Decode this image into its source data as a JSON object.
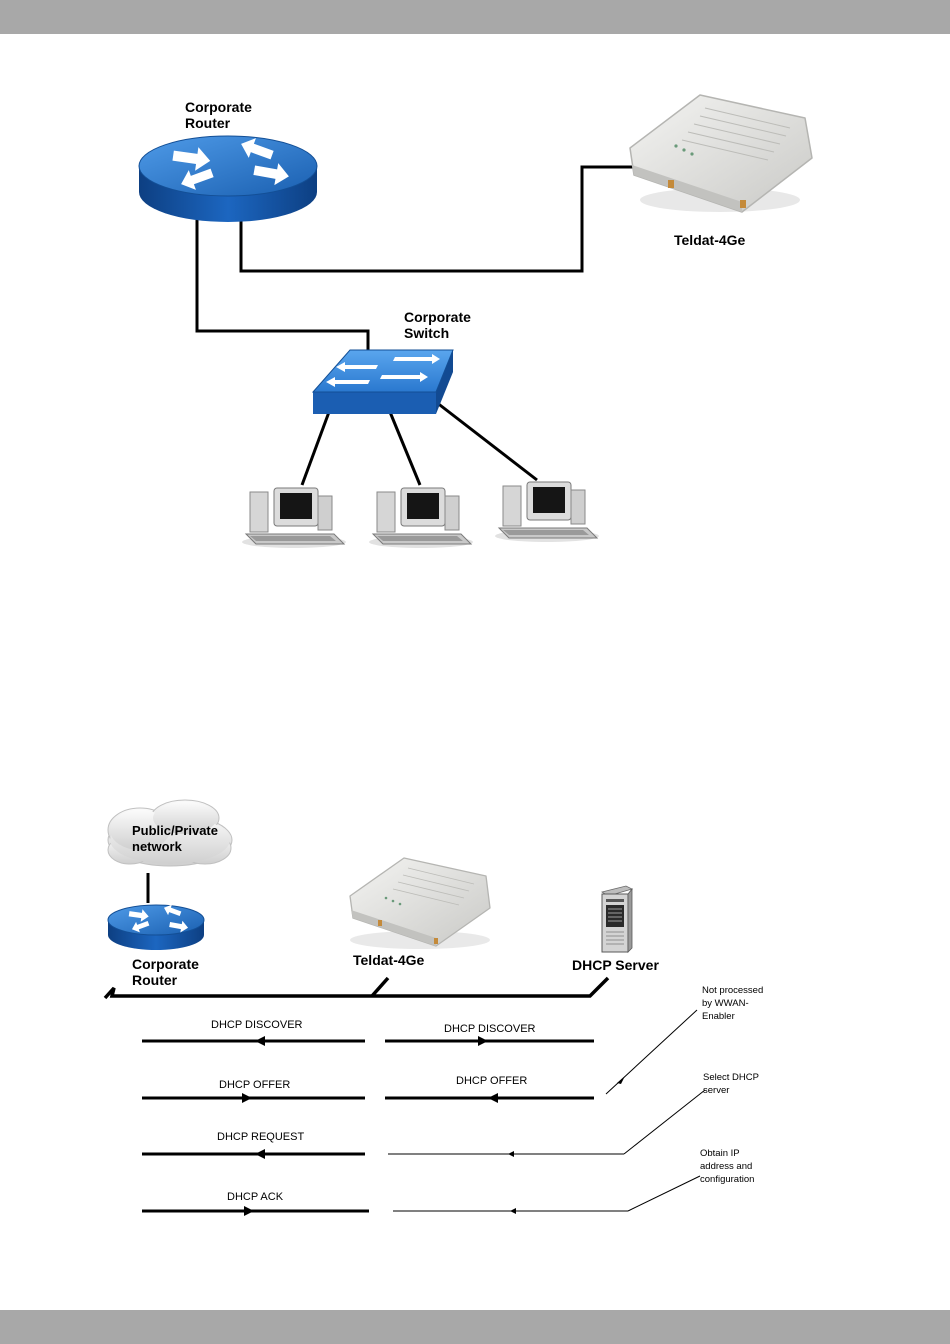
{
  "diagram1": {
    "router_label": [
      "Corporate",
      "Router"
    ],
    "switch_label": [
      "Corporate",
      "Switch"
    ],
    "teldat_label": "Teldat-4Ge"
  },
  "diagram2": {
    "cloud_label": [
      "Public/Private",
      "network"
    ],
    "router_label": [
      "Corporate",
      "Router"
    ],
    "teldat_label": "Teldat-4Ge",
    "server_label": "DHCP Server",
    "messages": {
      "discover_left": "DHCP DISCOVER",
      "discover_right": "DHCP DISCOVER",
      "offer_left": "DHCP OFFER",
      "offer_right": "DHCP OFFER",
      "request": "DHCP REQUEST",
      "ack": "DHCP ACK"
    },
    "notes": {
      "not_processed": [
        "Not processed",
        "by WWAN-",
        "Enabler"
      ],
      "select_server": [
        "Select DHCP",
        "server"
      ],
      "obtain_ip": [
        "Obtain IP",
        "address and",
        "configuration"
      ]
    }
  },
  "colors": {
    "band": "#a8a8a8",
    "router_blue": "#1f6fc4",
    "device_grey": "#e4e4e2"
  }
}
